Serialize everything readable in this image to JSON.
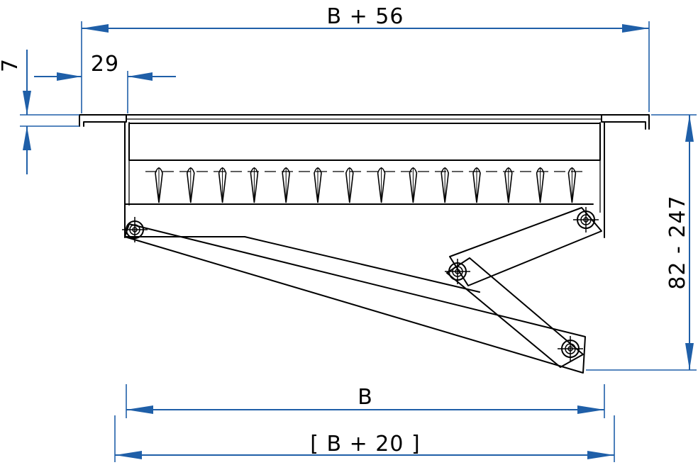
{
  "dimensions": {
    "overall_width": "B + 56",
    "flange_width": "29",
    "flange_thickness": "7",
    "height_range": "82 - 247",
    "inner_width": "B",
    "opening_width": "[ B + 20 ]"
  },
  "colors": {
    "dimension_lines": "#1f5fa8",
    "part_outline": "#000000"
  }
}
